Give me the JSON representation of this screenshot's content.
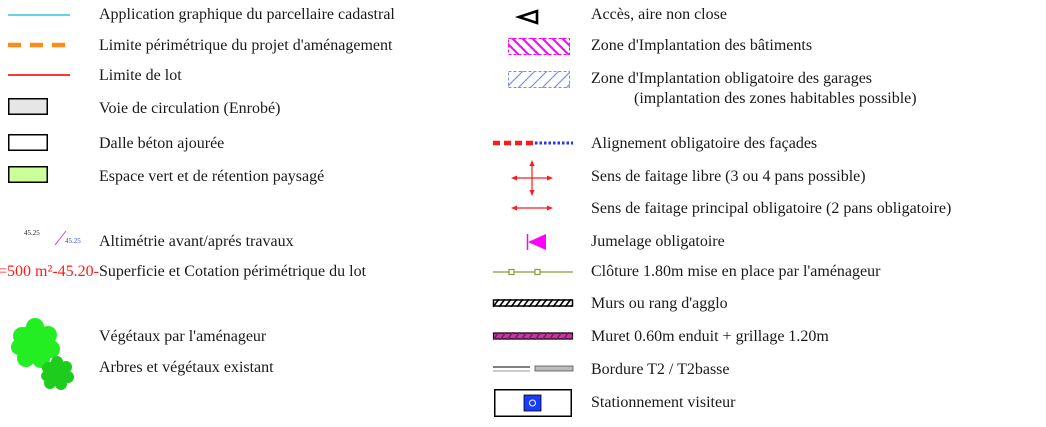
{
  "legend": {
    "left": [
      {
        "key": "parcellaire",
        "label": "Application graphique du parcellaire cadastral",
        "color": "#00bcd4"
      },
      {
        "key": "perimetre",
        "label": "Limite périmétrique du projet d'aménagement",
        "color": "#ff8c1a"
      },
      {
        "key": "lot",
        "label": "Limite de lot",
        "color": "#ff1a1a"
      },
      {
        "key": "voie",
        "label": "Voie de circulation (Enrobé)",
        "color": "#e6e6e6"
      },
      {
        "key": "dalle",
        "label": "Dalle béton ajourée",
        "color": "#ffffff"
      },
      {
        "key": "vert",
        "label": "Espace vert et de rétention paysagé",
        "color": "#ccff99"
      },
      {
        "key": "altimetrie",
        "label": "Altimétrie avant/aprés travaux",
        "value_before": "45.25",
        "value_after": "45.25"
      },
      {
        "key": "superficie",
        "label": "Superficie et Cotation périmétrique du lot",
        "sample": "=500 m²-45.20-",
        "color": "#ff1a1a"
      },
      {
        "key": "vegetaux",
        "label": "Végétaux par l'aménageur",
        "color": "#22ee22"
      },
      {
        "key": "arbres",
        "label": "Arbres et végétaux existant",
        "color": "#1ecc1e"
      }
    ],
    "right": [
      {
        "key": "acces",
        "label": "Accès, aire non close"
      },
      {
        "key": "zone_bat",
        "label": "Zone d'Implantation des bâtiments",
        "color": "#ff00ff"
      },
      {
        "key": "zone_gar",
        "label": "Zone d'Implantation obligatoire des garages",
        "label2": "(implantation des zones habitables possible)",
        "color": "#7a8cff"
      },
      {
        "key": "alignement",
        "label": "Alignement obligatoire des façades",
        "color": "#ff1a1a",
        "color2": "#2233ff"
      },
      {
        "key": "faitage_libre",
        "label": "Sens de faitage libre (3 ou 4 pans possible)",
        "color": "#ff1a1a"
      },
      {
        "key": "faitage_principal",
        "label": "Sens de faitage principal obligatoire (2 pans obligatoire)",
        "color": "#ff1a1a"
      },
      {
        "key": "jumelage",
        "label": "Jumelage obligatoire",
        "color": "#ff00ff"
      },
      {
        "key": "cloture",
        "label": "Clôture 1.80m mise en place par l'aménageur",
        "color": "#8a9a3a"
      },
      {
        "key": "murs",
        "label": "Murs ou rang d'agglo"
      },
      {
        "key": "muret",
        "label": "Muret 0.60m enduit + grillage 1.20m",
        "color": "#cc33aa"
      },
      {
        "key": "bordure",
        "label": "Bordure T2 / T2basse"
      },
      {
        "key": "stationnement",
        "label": "Stationnement visiteur",
        "color": "#1a3cff"
      }
    ]
  }
}
